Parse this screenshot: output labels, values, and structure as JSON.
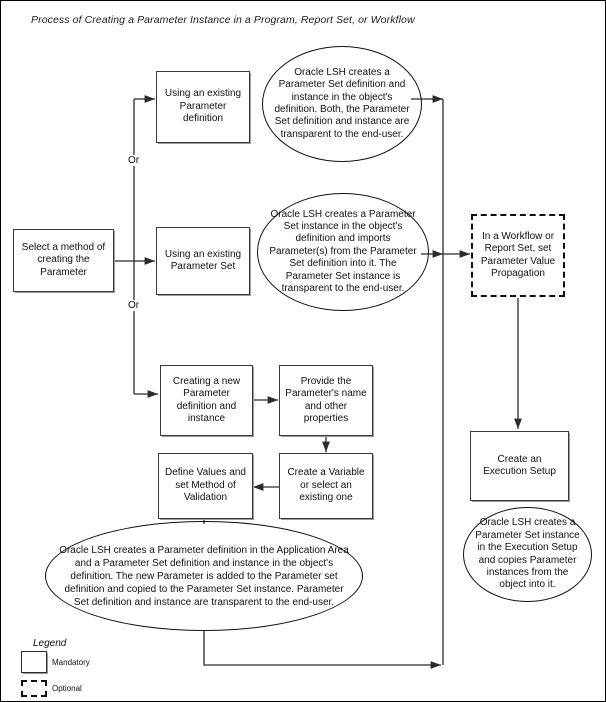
{
  "diagram": {
    "title": "Process of Creating a Parameter Instance in a Program, Report Set, or Workflow",
    "start": {
      "label": "Select a method of creating the Parameter"
    },
    "branch_connector_1": "Or",
    "branch_connector_2": "Or",
    "branches": [
      {
        "id": "existing-parameter-definition",
        "step": "Using an existing Parameter definition",
        "note": "Oracle LSH creates a Parameter Set definition and instance in the object's definition. Both, the Parameter Set definition and instance are transparent to the end-user."
      },
      {
        "id": "existing-parameter-set",
        "step": "Using an existing Parameter Set",
        "note": "Oracle LSH creates a Parameter Set instance in the object's definition and imports Parameter(s) from the Parameter Set definition into it. The Parameter Set instance is transparent to the end-user."
      }
    ],
    "new_parameter_flow": {
      "step1": "Creating a new Parameter definition and instance",
      "step2": "Provide the Parameter's name and other properties",
      "step3": "Create a Variable or select an existing one",
      "step4": "Define Values and set Method of Validation",
      "note": "Oracle LSH creates a Parameter definition in the Application Area and a Parameter Set definition and instance in the object's definition. The new Parameter is added to the Parameter set definition and copied to the Parameter Set instance. Parameter Set definition and instance are transparent to the end-user."
    },
    "right_column": {
      "optional_step": "In a Workflow or Report Set, set Parameter Value Propagation",
      "execution_step": "Create an Execution Setup",
      "note": "Oracle LSH creates a Parameter Set instance in the Execution Setup and copies Parameter instances from the object into it."
    },
    "legend": {
      "title": "Legend",
      "mandatory": "Mandatory",
      "optional": "Optional"
    },
    "colors": {
      "stroke": "#111111",
      "box_border": "#3a3a3a",
      "box_shadow": "#9b9b9b",
      "text": "#111111",
      "background": "#ffffff"
    }
  }
}
